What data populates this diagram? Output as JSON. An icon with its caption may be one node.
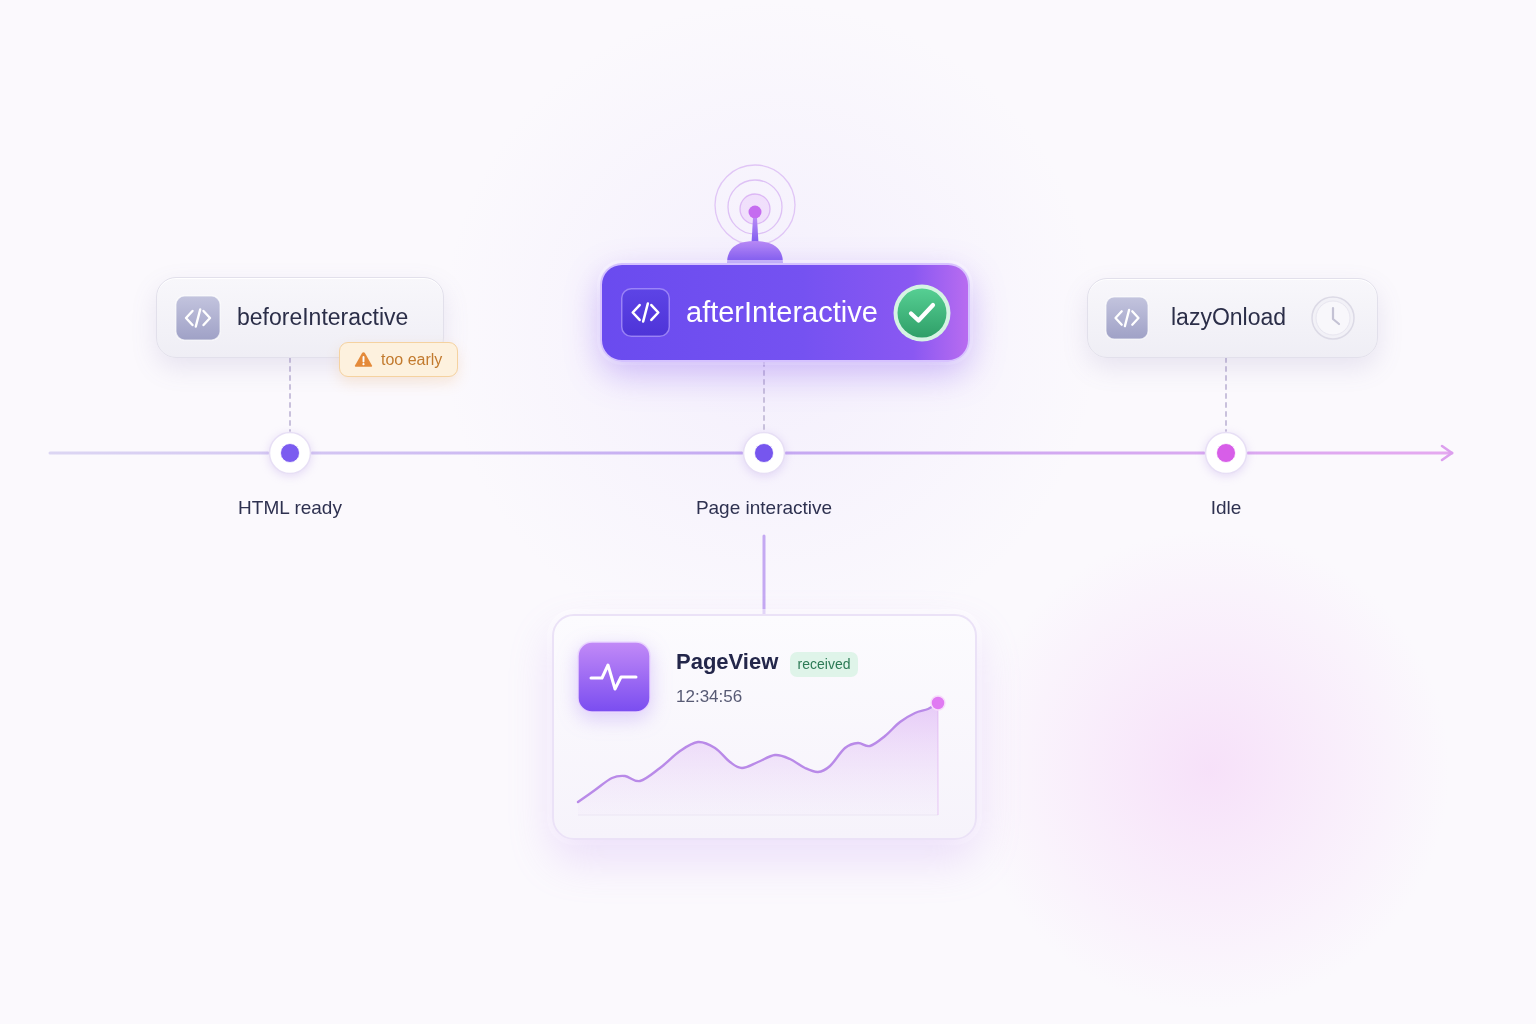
{
  "diagram": {
    "nodes": [
      {
        "text": [
          "beforeInteractive"
        ]
      },
      {
        "text": [
          "too early"
        ]
      },
      {
        "text": [
          "afterInteractive"
        ]
      },
      {
        "text": [
          "lazyOnload"
        ]
      },
      {
        "text": [],
        "shape": "circle",
        "beside": [
          "HTML ready"
        ]
      },
      {
        "text": [],
        "shape": "circle",
        "beside": [
          "Page interactive"
        ]
      },
      {
        "text": [],
        "shape": "circle",
        "beside": [
          "Idle"
        ]
      },
      {
        "text": [
          "PageView",
          "12:34:56"
        ]
      },
      {
        "text": [
          "received"
        ],
        "in": 7
      }
    ],
    "edges": [
      {
        "from": null,
        "to": 4,
        "arrow": "none"
      },
      {
        "from": 4,
        "to": 5,
        "arrow": "none"
      },
      {
        "from": 5,
        "to": 6,
        "arrow": "none"
      },
      {
        "from": 6,
        "to": null,
        "arrow": "to"
      },
      {
        "from": 0,
        "to": 4,
        "arrow": "none",
        "style": "dashed",
        "color": "#c9c1dc"
      },
      {
        "from": 2,
        "to": 5,
        "arrow": "none",
        "style": "dashed",
        "color": "#c9c1dc"
      },
      {
        "from": 3,
        "to": 6,
        "arrow": "none",
        "style": "dashed",
        "color": "#c9c1dc"
      },
      {
        "from": 5,
        "to": 7,
        "arrow": "none"
      }
    ]
  }
}
